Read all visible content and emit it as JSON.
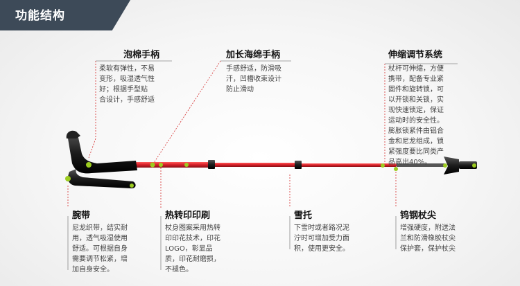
{
  "header": {
    "title": "功能结构"
  },
  "parts": {
    "foam_handle": {
      "title": "泡棉手柄",
      "lines": [
        "柔软有弹性，不易",
        "变形，吸湿透气性",
        "好；根据手型贴",
        "合设计，手感舒适"
      ]
    },
    "extended_sponge": {
      "title": "加长海绵手柄",
      "lines": [
        "手感舒适，防滑吸",
        "汗，凹槽收束设计",
        "防止滑动"
      ]
    },
    "telescopic": {
      "title": "伸缩调节系统",
      "lines": [
        "杖杆可伸缩，方便",
        "携带，配备专业紧",
        "固件和旋转锁，可",
        "以开锁和关锁，实",
        "现快速锁定，保证",
        "运动时的安全性。",
        "膨胀锁紧件由铝合",
        "金和尼龙组成，锁",
        "紧强度要比同类产",
        "品高出40%。"
      ]
    },
    "wrist_strap": {
      "title": "腕带",
      "lines": [
        "尼龙织带，结实耐",
        "用，透气吸湿使用",
        "舒适。可根据自身",
        "需要调节松紧，增",
        "加自身安全。"
      ]
    },
    "heat_transfer": {
      "title": "热转印印刷",
      "lines": [
        "杖身图案采用热转",
        "印印花技术，印花",
        "LOGO，彰显品",
        "质，印花耐磨损，",
        "不褪色。"
      ]
    },
    "snow_basket": {
      "title": "雪托",
      "lines": [
        "下雪时或者路况泥",
        "泞时可增加受力面",
        "积，使用更安全。"
      ]
    },
    "tungsten_tip": {
      "title": "钨钢杖尖",
      "lines": [
        "增强硬度，附送法",
        "兰和防滑橡胶杖尖",
        "保护套，保护杖尖"
      ]
    }
  },
  "colors": {
    "header_bg": "#3d4a58",
    "pole_red": "#d9222a",
    "callout_dot": "#9ccc1f",
    "leader_line": "#d42b2b"
  }
}
